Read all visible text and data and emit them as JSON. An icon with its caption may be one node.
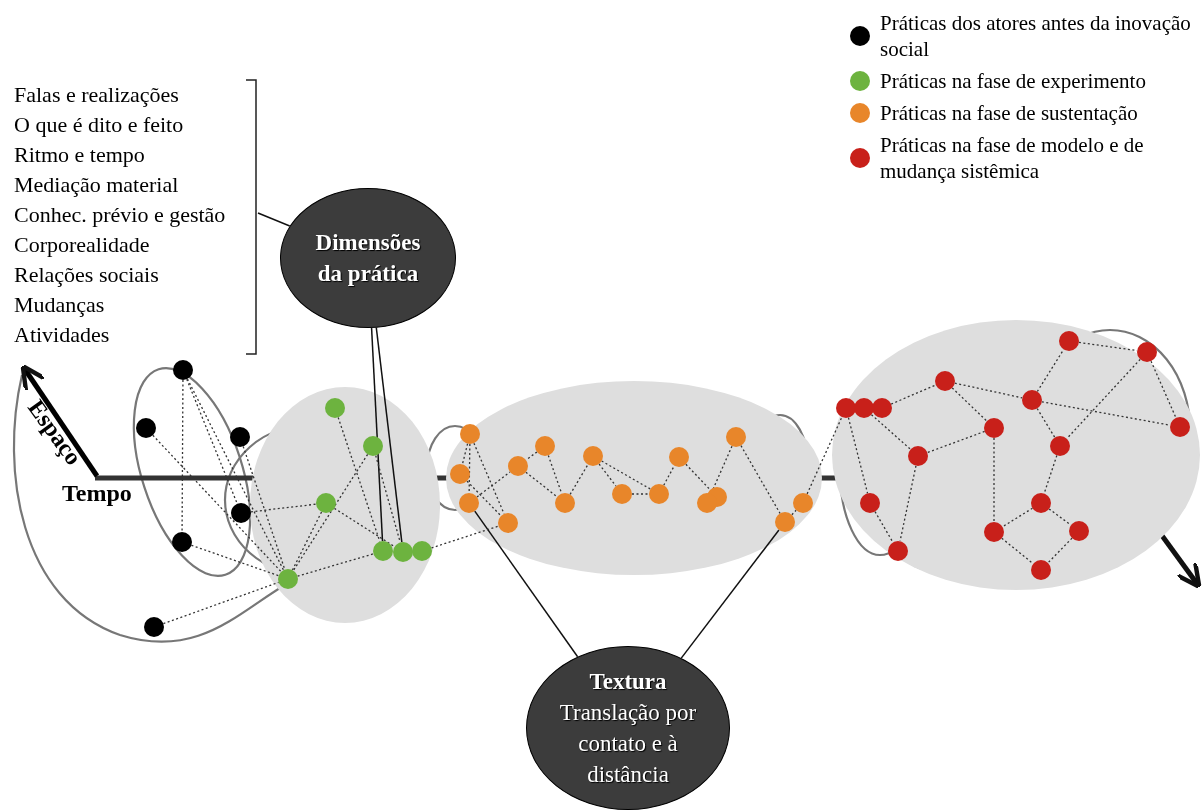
{
  "diagram": {
    "nodes": [
      {
        "text": [
          "Falas e realizações",
          "O que é dito e feito",
          "Ritmo e tempo",
          "Mediação material",
          "Conhec. prévio e gestão",
          "Corporealidade",
          "Relações sociais",
          "Mudanças",
          "Atividades"
        ]
      },
      {
        "text": [
          "Dimensões da prática"
        ]
      },
      {
        "text": [
          "Textura",
          "Translação por contato e à distância"
        ]
      },
      {
        "text": [],
        "shape": "ellipse"
      },
      {
        "text": [],
        "shape": "ellipse"
      },
      {
        "text": [],
        "shape": "ellipse"
      },
      {
        "text": [],
        "shape": "circle"
      },
      {
        "text": [],
        "shape": "circle"
      },
      {
        "text": [],
        "shape": "circle"
      },
      {
        "text": [],
        "shape": "circle"
      },
      {
        "text": [],
        "shape": "circle"
      },
      {
        "text": [],
        "shape": "circle"
      },
      {
        "text": [],
        "shape": "circle",
        "in": 3
      },
      {
        "text": [],
        "shape": "circle",
        "in": 3
      },
      {
        "text": [],
        "shape": "circle",
        "in": 3
      },
      {
        "text": [],
        "shape": "circle",
        "in": 3
      },
      {
        "text": [],
        "shape": "circle",
        "in": 3
      },
      {
        "text": [],
        "shape": "circle",
        "in": 3
      },
      {
        "text": [],
        "shape": "circle",
        "in": 3
      },
      {
        "text": [],
        "shape": "circle",
        "in": 4
      },
      {
        "text": [],
        "shape": "circle",
        "in": 4
      },
      {
        "text": [],
        "shape": "circle",
        "in": 4
      },
      {
        "text": [],
        "shape": "circle",
        "in": 4
      },
      {
        "text": [],
        "shape": "circle",
        "in": 4
      },
      {
        "text": [],
        "shape": "circle",
        "in": 4
      },
      {
        "text": [],
        "shape": "circle",
        "in": 4
      },
      {
        "text": [],
        "shape": "circle",
        "in": 4
      },
      {
        "text": [],
        "shape": "circle",
        "in": 4
      },
      {
        "text": [],
        "shape": "circle",
        "in": 4
      },
      {
        "text": [],
        "shape": "circle",
        "in": 4
      },
      {
        "text": [],
        "shape": "circle",
        "in": 4
      },
      {
        "text": [],
        "shape": "circle",
        "in": 4
      },
      {
        "text": [],
        "shape": "circle",
        "in": 4
      },
      {
        "text": [],
        "shape": "circle",
        "in": 4
      },
      {
        "text": [],
        "shape": "circle",
        "in": 4
      },
      {
        "text": [],
        "shape": "circle",
        "in": 5
      },
      {
        "text": [],
        "shape": "circle",
        "in": 5
      },
      {
        "text": [],
        "shape": "circle",
        "in": 5
      },
      {
        "text": [],
        "shape": "circle",
        "in": 5
      },
      {
        "text": [],
        "shape": "circle",
        "in": 5
      },
      {
        "text": [],
        "shape": "circle",
        "in": 5
      },
      {
        "text": [],
        "shape": "circle",
        "in": 5
      },
      {
        "text": [],
        "shape": "circle",
        "in": 5
      },
      {
        "text": [],
        "shape": "circle",
        "in": 5
      },
      {
        "text": [],
        "shape": "circle",
        "in": 5
      },
      {
        "text": [],
        "shape": "circle",
        "in": 5
      },
      {
        "text": [],
        "shape": "circle",
        "in": 5
      },
      {
        "text": [],
        "shape": "circle",
        "in": 5
      },
      {
        "text": [],
        "shape": "circle",
        "in": 5
      },
      {
        "text": [],
        "shape": "circle",
        "in": 5
      },
      {
        "text": [],
        "shape": "circle",
        "in": 5
      },
      {
        "text": [],
        "shape": "circle",
        "in": 5
      }
    ],
    "edges": [
      {
        "from": 0,
        "to": 1,
        "arrow": "none"
      },
      {
        "from": 1,
        "to": 15,
        "arrow": "none"
      },
      {
        "from": 1,
        "to": 16,
        "arrow": "none"
      },
      {
        "from": 2,
        "to": 26,
        "arrow": "none"
      },
      {
        "from": 2,
        "to": 33,
        "arrow": "none"
      },
      {
        "from": 6,
        "to": 10,
        "arrow": "none",
        "style": "dashed"
      },
      {
        "from": 6,
        "to": 9,
        "arrow": "none",
        "style": "dashed"
      },
      {
        "from": 6,
        "to": 18,
        "arrow": "none",
        "style": "dashed"
      },
      {
        "from": 7,
        "to": 18,
        "arrow": "none",
        "style": "dashed"
      },
      {
        "from": 8,
        "to": 18,
        "arrow": "none",
        "style": "dashed"
      },
      {
        "from": 9,
        "to": 14,
        "arrow": "none",
        "style": "dashed"
      },
      {
        "from": 10,
        "to": 18,
        "arrow": "none",
        "style": "dashed"
      },
      {
        "from": 11,
        "to": 18,
        "arrow": "none",
        "style": "dashed"
      },
      {
        "from": 12,
        "to": 15,
        "arrow": "none",
        "style": "dashed"
      },
      {
        "from": 13,
        "to": 18,
        "arrow": "none",
        "style": "dashed"
      },
      {
        "from": 13,
        "to": 16,
        "arrow": "none",
        "style": "dashed"
      },
      {
        "from": 14,
        "to": 18,
        "arrow": "none",
        "style": "dashed"
      },
      {
        "from": 14,
        "to": 16,
        "arrow": "none",
        "style": "dashed"
      },
      {
        "from": 18,
        "to": 15,
        "arrow": "none",
        "style": "dashed"
      },
      {
        "from": 17,
        "to": 32,
        "arrow": "none",
        "style": "dashed"
      },
      {
        "from": 19,
        "to": 20,
        "arrow": "none",
        "style": "dashed"
      },
      {
        "from": 19,
        "to": 26,
        "arrow": "none",
        "style": "dashed"
      },
      {
        "from": 20,
        "to": 32,
        "arrow": "none",
        "style": "dashed"
      },
      {
        "from": 19,
        "to": 32,
        "arrow": "none",
        "style": "dashed"
      },
      {
        "from": 21,
        "to": 22,
        "arrow": "none",
        "style": "dashed"
      },
      {
        "from": 22,
        "to": 27,
        "arrow": "none",
        "style": "dashed"
      },
      {
        "from": 21,
        "to": 27,
        "arrow": "none",
        "style": "dashed"
      },
      {
        "from": 23,
        "to": 28,
        "arrow": "none",
        "style": "dashed"
      },
      {
        "from": 23,
        "to": 29,
        "arrow": "none",
        "style": "dashed"
      },
      {
        "from": 25,
        "to": 30,
        "arrow": "none",
        "style": "dashed"
      },
      {
        "from": 24,
        "to": 31,
        "arrow": "none",
        "style": "dashed"
      },
      {
        "from": 24,
        "to": 33,
        "arrow": "none",
        "style": "dashed"
      },
      {
        "from": 28,
        "to": 29,
        "arrow": "none",
        "style": "dashed"
      },
      {
        "from": 26,
        "to": 22,
        "arrow": "none",
        "style": "dashed"
      },
      {
        "from": 27,
        "to": 23,
        "arrow": "none",
        "style": "dashed"
      },
      {
        "from": 29,
        "to": 25,
        "arrow": "none",
        "style": "dashed"
      },
      {
        "from": 33,
        "to": 34,
        "arrow": "none",
        "style": "dashed"
      },
      {
        "from": 34,
        "to": 38,
        "arrow": "none",
        "style": "dashed"
      },
      {
        "from": 38,
        "to": 46,
        "arrow": "none",
        "style": "dashed"
      },
      {
        "from": 39,
        "to": 45,
        "arrow": "none",
        "style": "dashed"
      },
      {
        "from": 40,
        "to": 37,
        "arrow": "none",
        "style": "dashed"
      },
      {
        "from": 37,
        "to": 41,
        "arrow": "none",
        "style": "dashed"
      },
      {
        "from": 37,
        "to": 42,
        "arrow": "none",
        "style": "dashed"
      },
      {
        "from": 41,
        "to": 35,
        "arrow": "none",
        "style": "dashed"
      },
      {
        "from": 41,
        "to": 44,
        "arrow": "none",
        "style": "dashed"
      },
      {
        "from": 35,
        "to": 36,
        "arrow": "none",
        "style": "dashed"
      },
      {
        "from": 36,
        "to": 43,
        "arrow": "none",
        "style": "dashed"
      },
      {
        "from": 41,
        "to": 43,
        "arrow": "none",
        "style": "dashed"
      },
      {
        "from": 42,
        "to": 45,
        "arrow": "none",
        "style": "dashed"
      },
      {
        "from": 42,
        "to": 48,
        "arrow": "none",
        "style": "dashed"
      },
      {
        "from": 43,
        "to": 47,
        "arrow": "none",
        "style": "dashed"
      },
      {
        "from": 47,
        "to": 49,
        "arrow": "none",
        "style": "dashed"
      },
      {
        "from": 47,
        "to": 48,
        "arrow": "none",
        "style": "dashed"
      },
      {
        "from": 48,
        "to": 51,
        "arrow": "none",
        "style": "dashed"
      },
      {
        "from": 49,
        "to": 51,
        "arrow": "none",
        "style": "dashed"
      },
      {
        "from": 45,
        "to": 50,
        "arrow": "none",
        "style": "dashed"
      },
      {
        "from": 46,
        "to": 50,
        "arrow": "none",
        "style": "dashed"
      },
      {
        "from": 36,
        "to": 44,
        "arrow": "none",
        "style": "dashed"
      }
    ],
    "labels": [
      "Espaço",
      "Tempo"
    ],
    "legend": [
      {
        "text": "Práticas dos atores antes da inovação social",
        "color": "#000000"
      },
      {
        "text": "Práticas na fase de experimento",
        "color": "#6db33f"
      },
      {
        "text": "Práticas na fase de sustentação",
        "color": "#e8862a"
      },
      {
        "text": "Práticas na fase de modelo e de mudança sistêmica",
        "color": "#c8201a"
      }
    ]
  }
}
